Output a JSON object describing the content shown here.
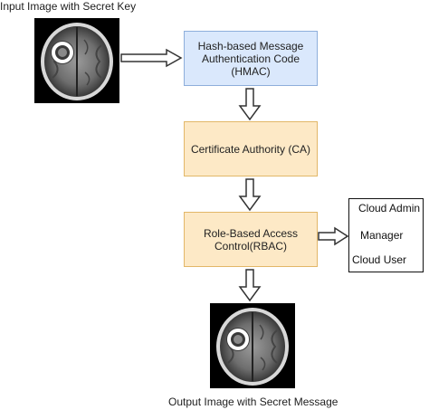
{
  "labels": {
    "input_caption": "Input Image with Secret Key",
    "output_caption": "Output Image with Secret Message"
  },
  "steps": [
    {
      "line1": "Hash-based Message",
      "line2": "Authentication Code",
      "line3": "(HMAC)"
    },
    {
      "line1": "Certificate Authority (CA)"
    },
    {
      "line1": "Role-Based Access",
      "line2": "Control(RBAC)"
    }
  ],
  "roles": [
    "Cloud Admin",
    "Manager",
    "Cloud User"
  ],
  "colors": {
    "hmac_fill": "#dae8fc",
    "process_fill": "#fde9c6",
    "arrow": "#333333"
  }
}
